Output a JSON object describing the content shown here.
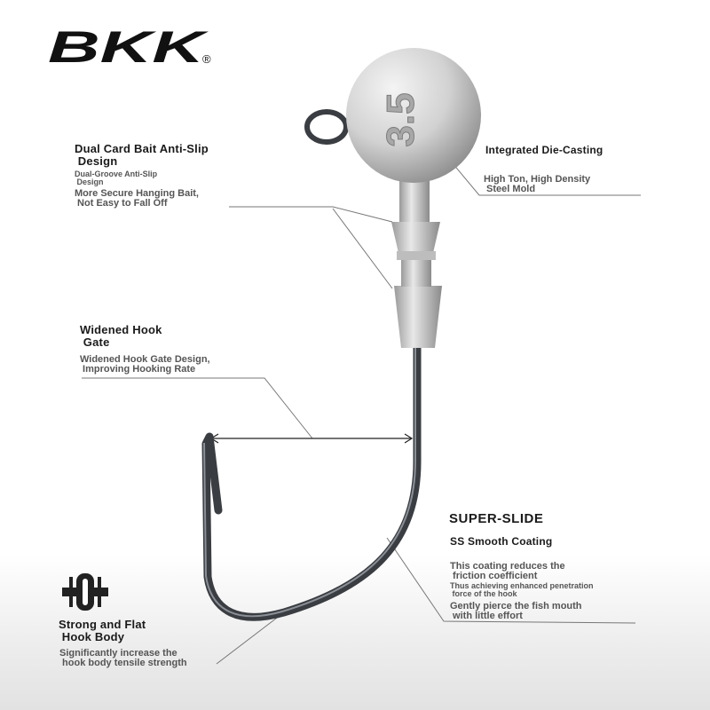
{
  "brand": {
    "logo_text": "BKK",
    "registered": "®"
  },
  "sinker": {
    "weight_mark": "3.5"
  },
  "callouts": {
    "anti_slip": {
      "title_line1": "Dual Card Bait Anti-Slip",
      "title_line2": " Design",
      "sub1_line1": "Dual-Groove Anti-Slip",
      "sub1_line2": " Design",
      "sub2_line1": "More Secure Hanging Bait,",
      "sub2_line2": " Not Easy to Fall Off"
    },
    "die_casting": {
      "title": "Integrated Die-Casting",
      "sub_line1": "High Ton, High Density",
      "sub_line2": " Steel Mold"
    },
    "hook_gate": {
      "title_line1": "Widened Hook",
      "title_line2": " Gate",
      "sub_line1": "Widened Hook Gate Design,",
      "sub_line2": " Improving Hooking Rate"
    },
    "super_slide": {
      "title": "SUPER-SLIDE",
      "subtitle": "SS Smooth Coating",
      "desc1_line1": "This coating reduces the",
      "desc1_line2": " friction coefficient",
      "desc2_line1": "Thus achieving enhanced penetration",
      "desc2_line2": " force of the hook",
      "desc3_line1": "Gently pierce the fish mouth",
      "desc3_line2": " with little effort"
    },
    "hook_body": {
      "title_line1": "Strong and Flat",
      "title_line2": " Hook Body",
      "sub_line1": "Significantly increase the",
      "sub_line2": " hook body tensile strength"
    }
  },
  "colors": {
    "text": "#1a1a1a",
    "subtext": "#555555",
    "hook": "#3a3d42",
    "lead": "#c9c9c9",
    "leader_line": "#777777"
  }
}
